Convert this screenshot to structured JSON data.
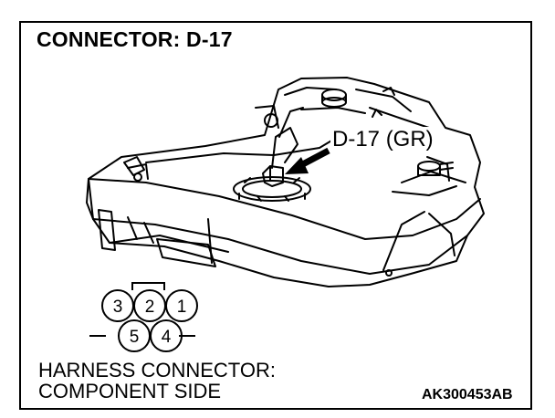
{
  "title": "CONNECTOR: D-17",
  "callout_label": "D-17 (GR)",
  "connector": {
    "pins": [
      "3",
      "2",
      "1",
      "5",
      "4"
    ],
    "caption_line1": "HARNESS CONNECTOR:",
    "caption_line2": "COMPONENT SIDE"
  },
  "figure_code": "AK300453AB"
}
